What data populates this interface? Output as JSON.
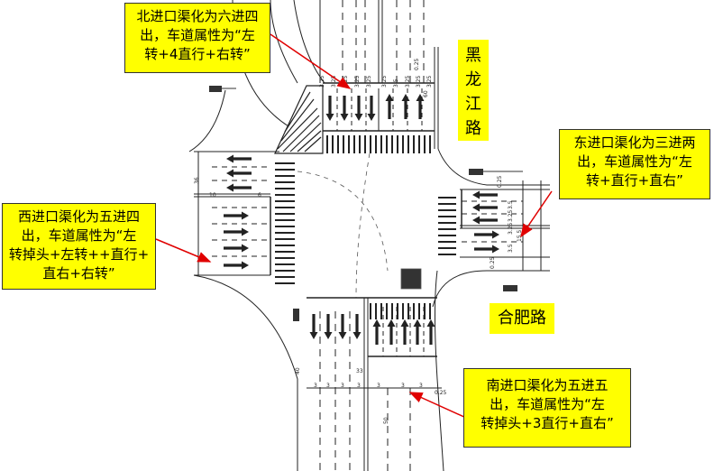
{
  "callouts": {
    "north": {
      "lines": [
        "北进口渠化为六进四",
        "出，车道属性为“左",
        "转+4直行+右转”"
      ]
    },
    "east": {
      "lines": [
        "东进口渠化为三进两",
        "出，车道属性为“左",
        "转+直行+直右”"
      ]
    },
    "west": {
      "lines": [
        "西进口渠化为五进四",
        "出，车道属性为“左",
        "转掉头+左转++直行+",
        "直右+右转”"
      ]
    },
    "south": {
      "lines": [
        "南进口渠化为五进五",
        "出，车道属性为“左",
        "转掉头+3直行+直右”"
      ]
    }
  },
  "roads": {
    "heilongjiang": {
      "chars": [
        "黑",
        "龙",
        "江",
        "路"
      ]
    },
    "hefei": {
      "label": "合肥路"
    }
  },
  "dimensions": {
    "north_lane_widths": [
      "3.25",
      "3.25",
      "3.25",
      "3.25",
      "3.25",
      "3.25",
      "3.5",
      "3.25",
      "3.25",
      "3.25"
    ],
    "north_top": "0.25",
    "north_side": "60",
    "west_top": [
      "10",
      "6"
    ],
    "west_side": "36",
    "east_top": "0.25",
    "east_lane_widths": [
      "3.5",
      "3.25",
      "3.25",
      "3.5"
    ],
    "east_side": [
      "15.5",
      "0.25"
    ],
    "south_lane_widths": [
      "3",
      "3",
      "3",
      "3",
      "3",
      "3",
      "3"
    ],
    "south_top": "33",
    "south_side_left": "40",
    "south_side_right": "50",
    "south_right": "0.25"
  },
  "colors": {
    "callout_fill": "#ffff00",
    "arrow": "#e00000",
    "road_line": "#222222"
  }
}
